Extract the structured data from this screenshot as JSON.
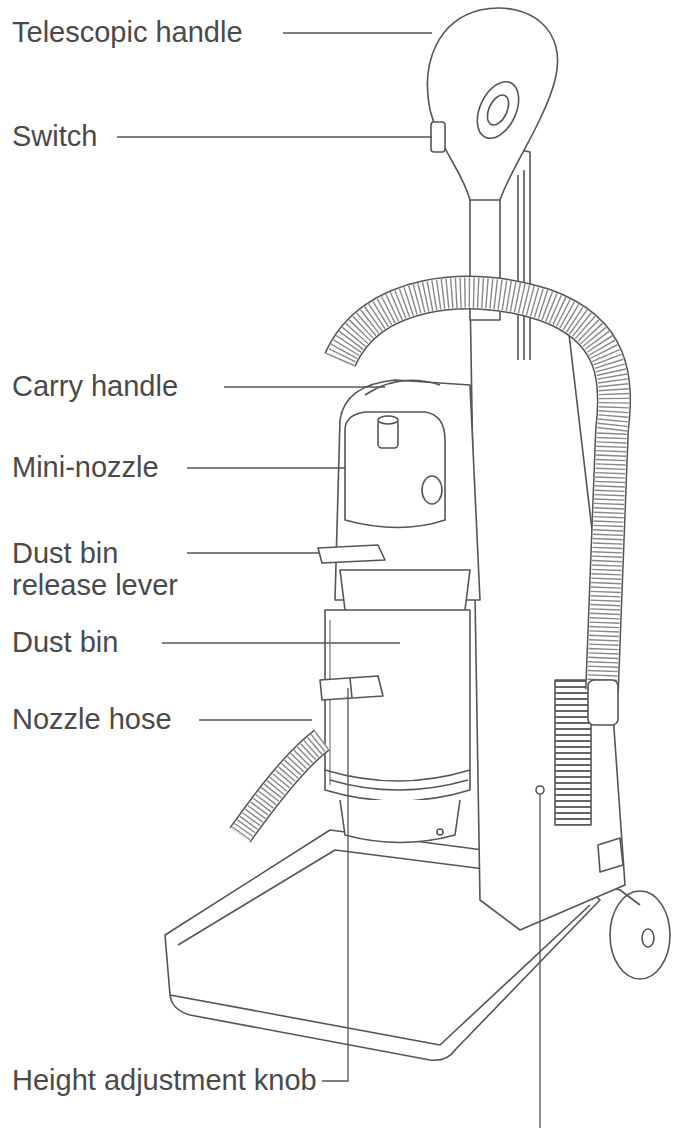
{
  "diagram": {
    "labels": [
      "Telescopic handle",
      "Switch",
      "Carry handle",
      "Mini-nozzle",
      "Dust bin release lever",
      "Dust bin",
      "Nozzle hose",
      "Height adjustment knob"
    ]
  }
}
